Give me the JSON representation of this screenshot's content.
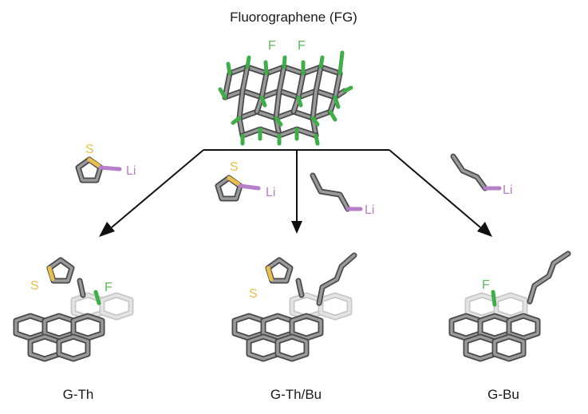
{
  "title": "Fluorographene (FG)",
  "colors": {
    "fluorine": "#5cb85c",
    "sulfur": "#e8c14a",
    "lithium": "#b77fc9",
    "carbon": "#6b6b6b",
    "arrow": "#111111"
  },
  "atoms": {
    "fluorine": "F",
    "sulfur": "S",
    "lithium": "Li"
  },
  "reagents": {
    "thienyl_lithium": {
      "symbol_s": "S",
      "symbol_li": "Li"
    },
    "butyl_lithium": {
      "symbol_li": "Li"
    }
  },
  "products": [
    {
      "label": "G-Th"
    },
    {
      "label": "G-Th/Bu"
    },
    {
      "label": "G-Bu"
    }
  ]
}
